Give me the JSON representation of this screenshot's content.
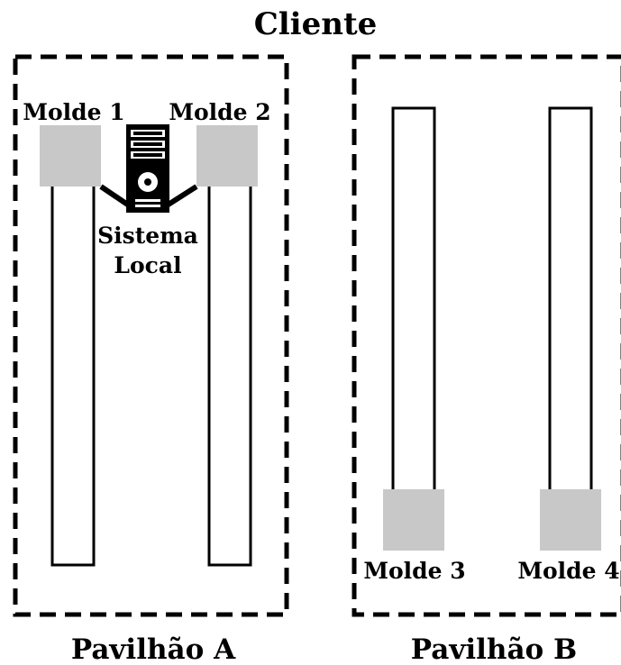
{
  "title": "Cliente",
  "colors": {
    "outline": "#000000",
    "mold_fill": "#c8c8c8",
    "background": "#ffffff"
  },
  "pavilions": [
    {
      "label": "Pavilhão A",
      "molds": [
        {
          "label": "Molde 1"
        },
        {
          "label": "Molde 2"
        }
      ],
      "local_system": {
        "label_line1": "Sistema",
        "label_line2": "Local",
        "icon": "server-icon"
      }
    },
    {
      "label": "Pavilhão B",
      "molds": [
        {
          "label": "Molde 3"
        },
        {
          "label": "Molde 4"
        }
      ]
    }
  ]
}
